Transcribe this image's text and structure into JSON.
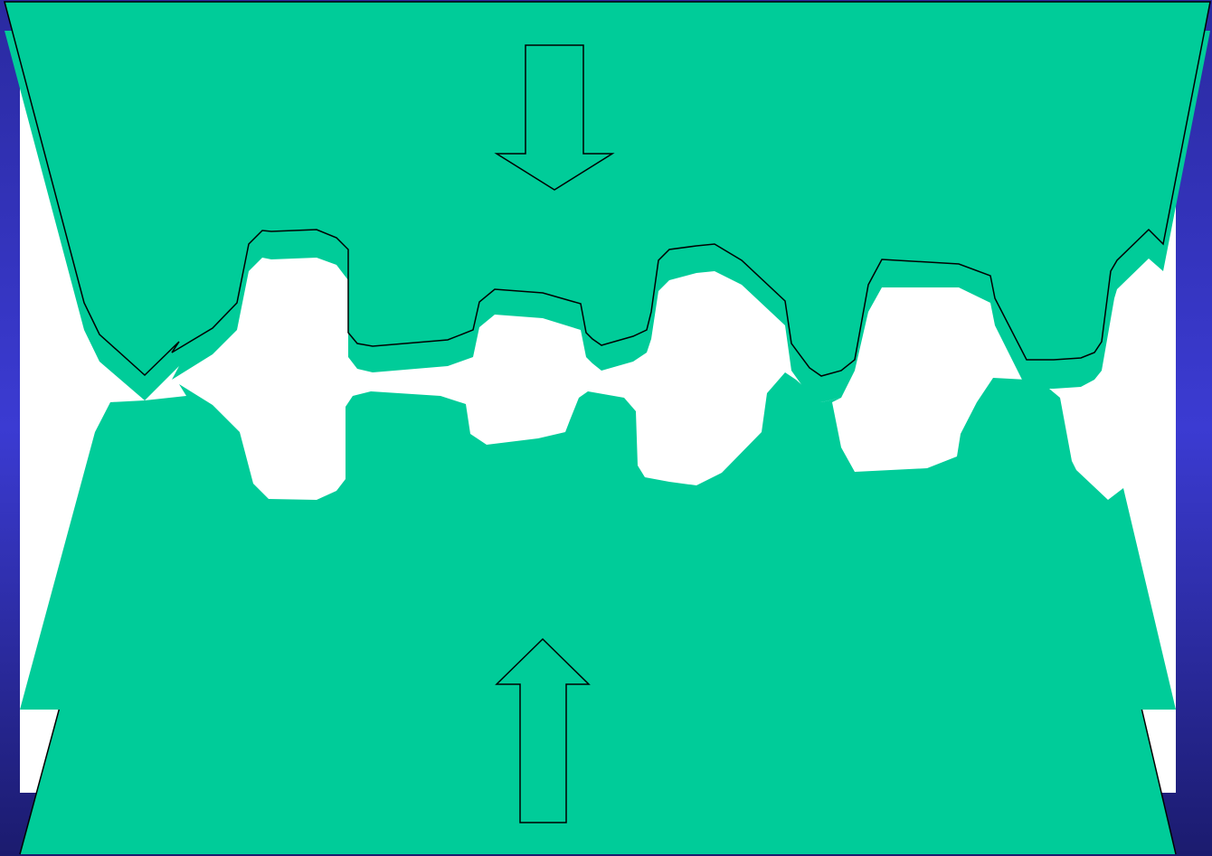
{
  "diagram": {
    "type": "surface-contact-schematic",
    "colors": {
      "background_gradient_top": "#2a2aa0",
      "background_gradient_mid": "#3b3bd2",
      "background_gradient_bottom": "#1b1b6e",
      "panel": "#ffffff",
      "body_fill": "#00cc99",
      "outline": "#000000"
    },
    "arrows": [
      {
        "name": "top-arrow",
        "direction": "down"
      },
      {
        "name": "bottom-arrow",
        "direction": "up"
      }
    ]
  }
}
